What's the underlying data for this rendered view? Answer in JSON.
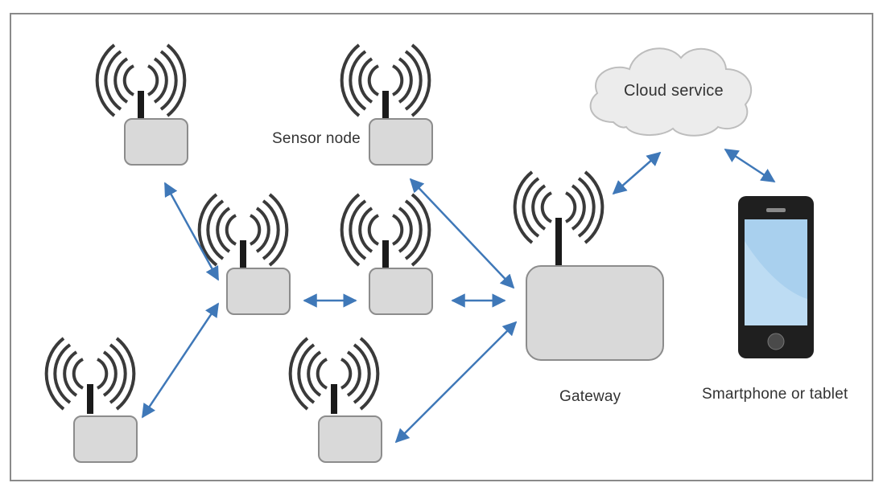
{
  "labels": {
    "sensor_node": "Sensor node",
    "gateway": "Gateway",
    "cloud": "Cloud service",
    "device": "Smartphone or tablet"
  },
  "colors": {
    "arrow": "#3f78b8",
    "node_fill": "#d9d9d9",
    "node_stroke": "#8c8c8c",
    "antenna": "#1a1a1a",
    "wave": "#3a3a3a",
    "cloud_fill": "#ececec",
    "screen": "#a9d0ee",
    "phone_body": "#1f1f1f"
  },
  "nodes": [
    {
      "id": "node-top-left",
      "icon": "antenna-icon"
    },
    {
      "id": "node-top-center",
      "icon": "antenna-icon"
    },
    {
      "id": "node-mid-left",
      "icon": "antenna-icon"
    },
    {
      "id": "node-mid-center",
      "icon": "antenna-icon"
    },
    {
      "id": "node-bottom-left",
      "icon": "antenna-icon"
    },
    {
      "id": "node-bottom-center",
      "icon": "antenna-icon"
    }
  ],
  "links": [
    {
      "from": "node-top-left",
      "to": "node-mid-left"
    },
    {
      "from": "node-mid-left",
      "to": "node-bottom-left"
    },
    {
      "from": "node-mid-left",
      "to": "node-mid-center"
    },
    {
      "from": "node-mid-center",
      "to": "gateway"
    },
    {
      "from": "node-top-center",
      "to": "gateway"
    },
    {
      "from": "node-bottom-center",
      "to": "gateway"
    },
    {
      "from": "gateway",
      "to": "cloud-service"
    },
    {
      "from": "cloud-service",
      "to": "smartphone-or-tablet"
    }
  ]
}
